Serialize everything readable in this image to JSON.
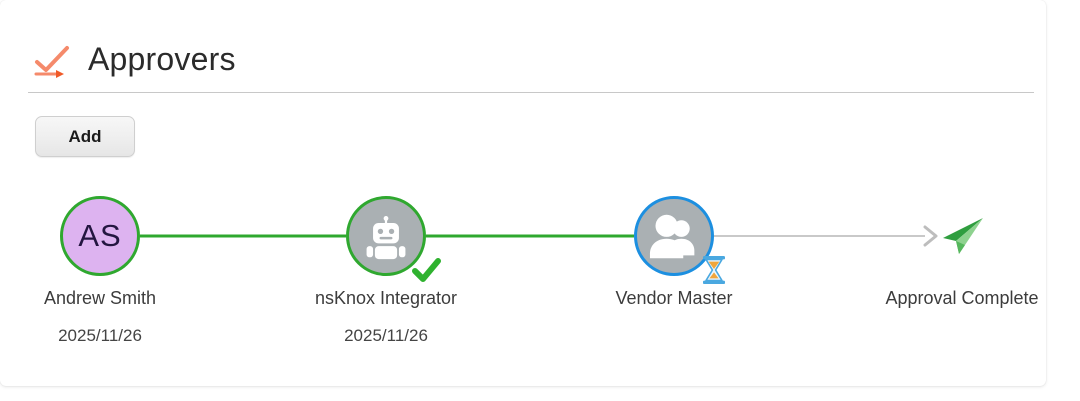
{
  "page": {
    "title": "Approvers",
    "title_icon": "approval-check-arrow-icon",
    "accent_orange": "#f58a6b",
    "line_done_color": "#2fa82f",
    "line_pending_color": "#c9c9c9"
  },
  "toolbar": {
    "add_label": "Add"
  },
  "flow": {
    "steps": [
      {
        "name": "Andrew Smith",
        "date": "2025/11/26",
        "avatar_type": "initials",
        "initials": "AS",
        "avatar_bg": "#ddb3f0",
        "ring_color": "#2fa82f",
        "badge": "",
        "icon_name": "user-initials-avatar"
      },
      {
        "name": "nsKnox Integrator",
        "date": "2025/11/26",
        "avatar_type": "robot",
        "initials": "",
        "avatar_bg": "#aab0b3",
        "ring_color": "#2fa82f",
        "badge": "check-icon",
        "icon_name": "robot-avatar-icon"
      },
      {
        "name": "Vendor Master",
        "date": "",
        "avatar_type": "group",
        "initials": "",
        "avatar_bg": "#aab0b3",
        "ring_color": "#1c8fe0",
        "badge": "hourglass-icon",
        "icon_name": "group-avatar-icon"
      }
    ],
    "end": {
      "name": "Approval Complete",
      "icon_name": "paper-plane-icon",
      "icon_color": "#3cb54a"
    }
  }
}
